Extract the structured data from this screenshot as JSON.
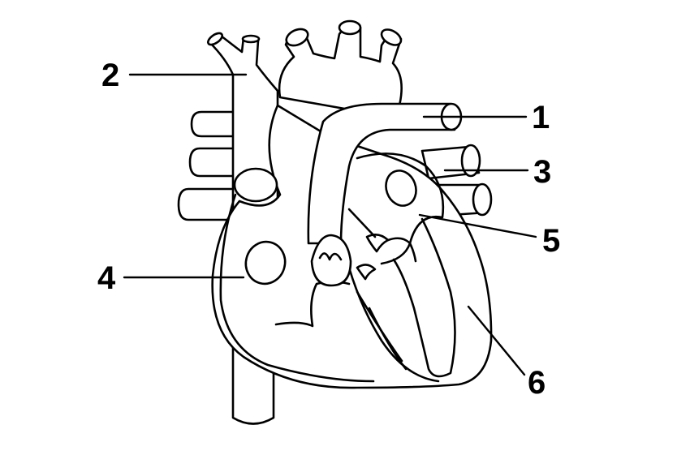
{
  "labels": {
    "label_1": "1",
    "label_2": "2",
    "label_3": "3",
    "label_4": "4",
    "label_5": "5",
    "label_6": "6"
  },
  "colors": {
    "stroke": "#000000",
    "fill": "#ffffff"
  }
}
